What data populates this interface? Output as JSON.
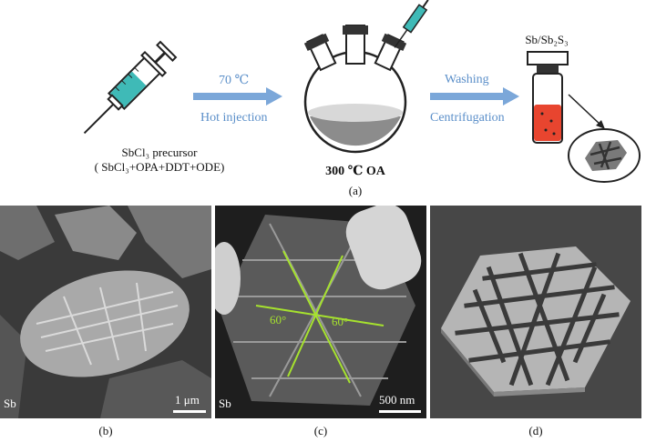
{
  "top": {
    "precursor_line1": "SbCl₃ precursor",
    "precursor_line2": "( SbCl₃+OPA+DDT+ODE)",
    "arrow1_top": "70 ℃",
    "arrow1_bottom": "Hot injection",
    "flask_label": "300 ℃ OA",
    "arrow2_top": "Washing",
    "arrow2_bottom": "Centrifugation",
    "tube_label": "Sb/Sb₂S₃",
    "caption_a": "(a)"
  },
  "panels": {
    "b": {
      "corner": "Sb",
      "scalebar": "1 μm",
      "caption": "(b)"
    },
    "c": {
      "corner": "Sb",
      "scalebar": "500 nm",
      "angle1": "60°",
      "angle2": "60°",
      "caption": "(c)"
    },
    "d": {
      "caption": "(d)"
    }
  },
  "colors": {
    "arrow": "#7ba7d9",
    "liquid": "#3fbab7",
    "red": "#e8452f",
    "green": "#a6e22e"
  }
}
